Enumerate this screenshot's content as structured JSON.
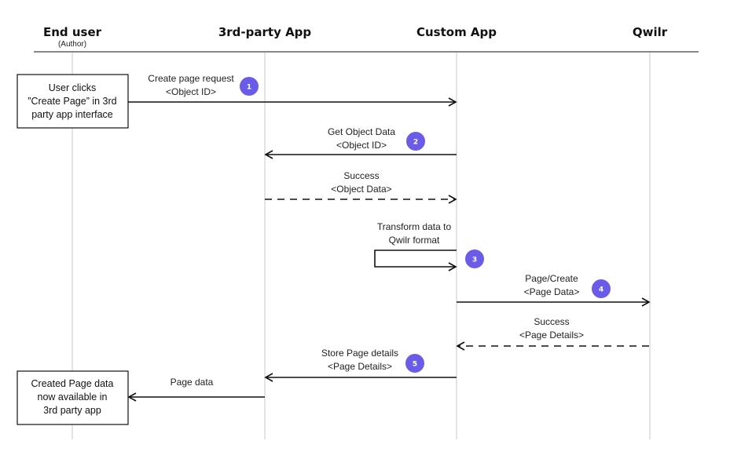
{
  "participants": [
    {
      "name": "End user",
      "sub": "(Author)"
    },
    {
      "name": "3rd-party App",
      "sub": ""
    },
    {
      "name": "Custom App",
      "sub": ""
    },
    {
      "name": "Qwilr",
      "sub": ""
    }
  ],
  "boxes": {
    "start": [
      "User clicks",
      "”Create Page” in 3rd",
      "party app interface"
    ],
    "end": [
      "Created Page data",
      "now available in",
      "3rd party app"
    ]
  },
  "messages": [
    {
      "label": [
        "Create page request",
        "<Object ID>"
      ],
      "step": "1"
    },
    {
      "label": [
        "Get Object Data",
        "<Object ID>"
      ],
      "step": "2"
    },
    {
      "label": [
        "Success",
        "<Object Data>"
      ],
      "step": ""
    },
    {
      "label": [
        "Transform data to",
        "Qwilr format"
      ],
      "step": "3"
    },
    {
      "label": [
        "Page/Create",
        "<Page Data>"
      ],
      "step": "4"
    },
    {
      "label": [
        "Success",
        "<Page Details>"
      ],
      "step": ""
    },
    {
      "label": [
        "Store Page details",
        "<Page Details>"
      ],
      "step": "5"
    },
    {
      "label": [
        "Page data"
      ],
      "step": ""
    }
  ],
  "colors": {
    "badge": "#6b5ce7",
    "line": "#111111",
    "lifeline": "#c8c8c8"
  }
}
